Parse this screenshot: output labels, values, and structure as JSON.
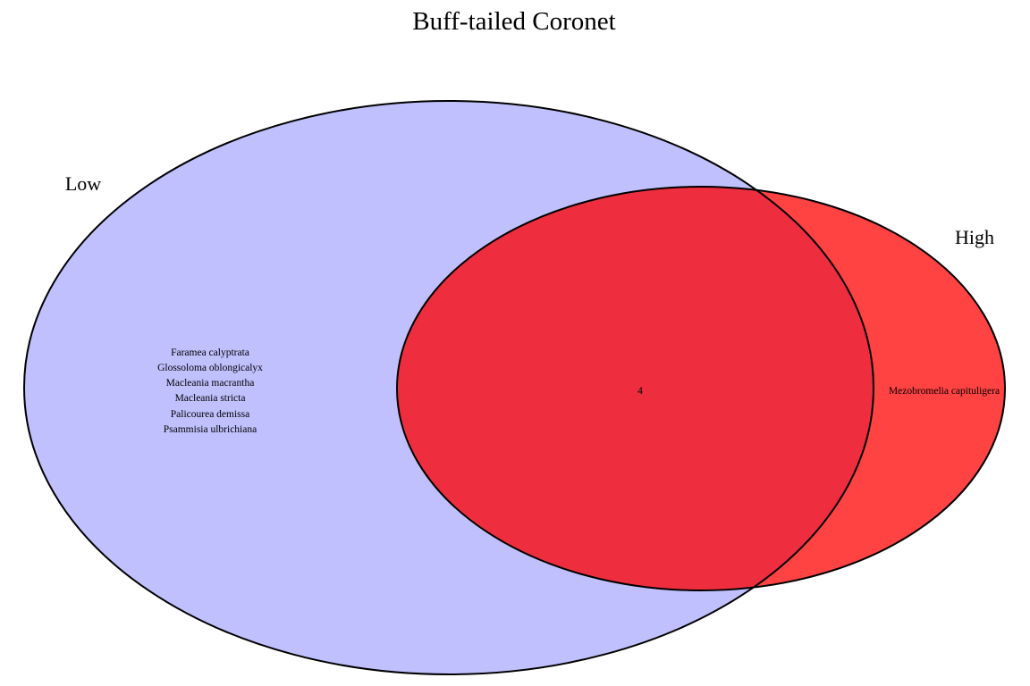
{
  "title": "Buff-tailed Coronet",
  "sets": {
    "low": {
      "label": "Low",
      "fill_color": "#c0c0fe",
      "items": [
        "Faramea calyptrata",
        "Glossoloma oblongicalyx",
        "Macleania macrantha",
        "Macleania stricta",
        "Palicourea demissa",
        "Psammisia ulbrichiana"
      ]
    },
    "high": {
      "label": "High",
      "fill_color": "#ff4242",
      "items": [
        "Mezobromelia capituligera"
      ]
    }
  },
  "intersection": {
    "value": "4",
    "fill_color": "#ee2e3e"
  },
  "outline_color": "#000000"
}
